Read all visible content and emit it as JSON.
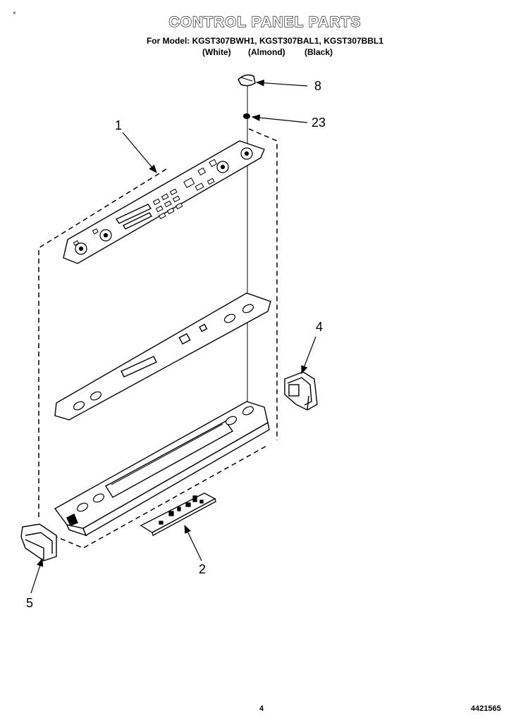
{
  "header": {
    "title": "CONTROL PANEL PARTS",
    "models_line": "For Model: KGST307BWH1, KGST307BAL1, KGST307BBL1",
    "colors": [
      "(White)",
      "(Almond)",
      "(Black)"
    ]
  },
  "corner_mark": "×",
  "callouts": {
    "c8": "8",
    "c23": "23",
    "c1": "1",
    "c4": "4",
    "c2": "2",
    "c5": "5"
  },
  "footer": {
    "page": "4",
    "doc_number": "4421565"
  }
}
